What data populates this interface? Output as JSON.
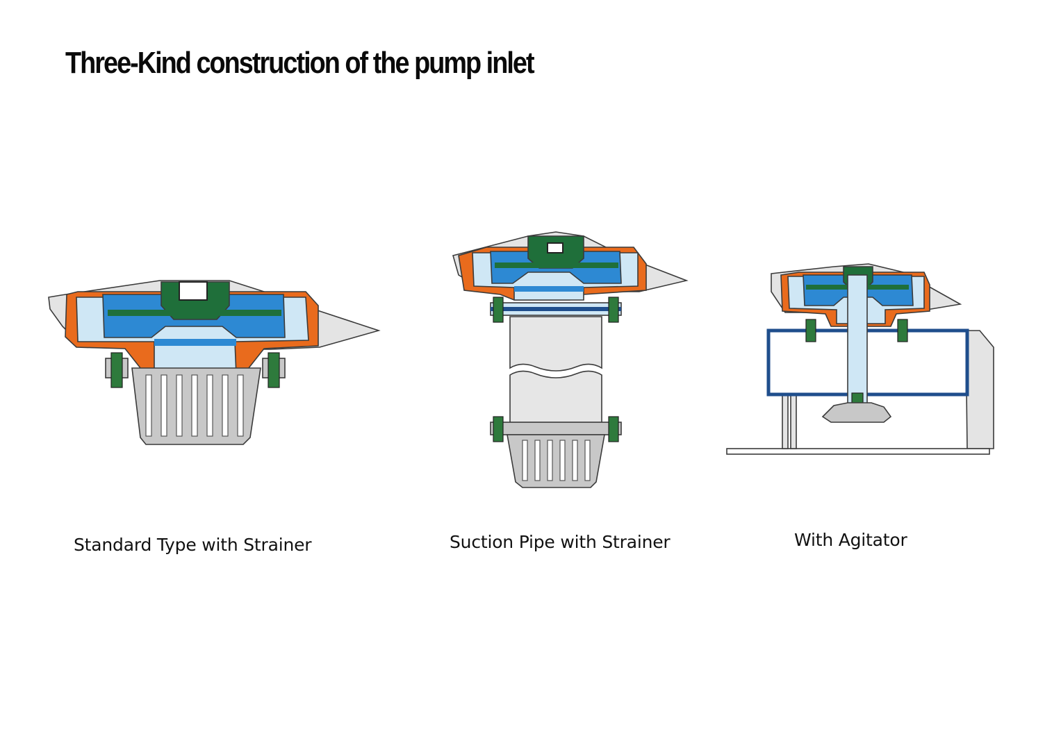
{
  "title": "Three-Kind construction of the pump inlet",
  "captions": {
    "standard": "Standard Type with Strainer",
    "suction": "Suction Pipe with Strainer",
    "agitator": "With Agitator"
  },
  "colors": {
    "casing_orange": "#e96b1d",
    "liner_light_blue": "#cfe7f5",
    "impeller_blue": "#2d89d3",
    "impeller_green": "#1f6f3a",
    "steel_gray": "#c8c8c8",
    "bolt_green": "#2e7a3c",
    "frame_navy": "#1f4e8c"
  }
}
